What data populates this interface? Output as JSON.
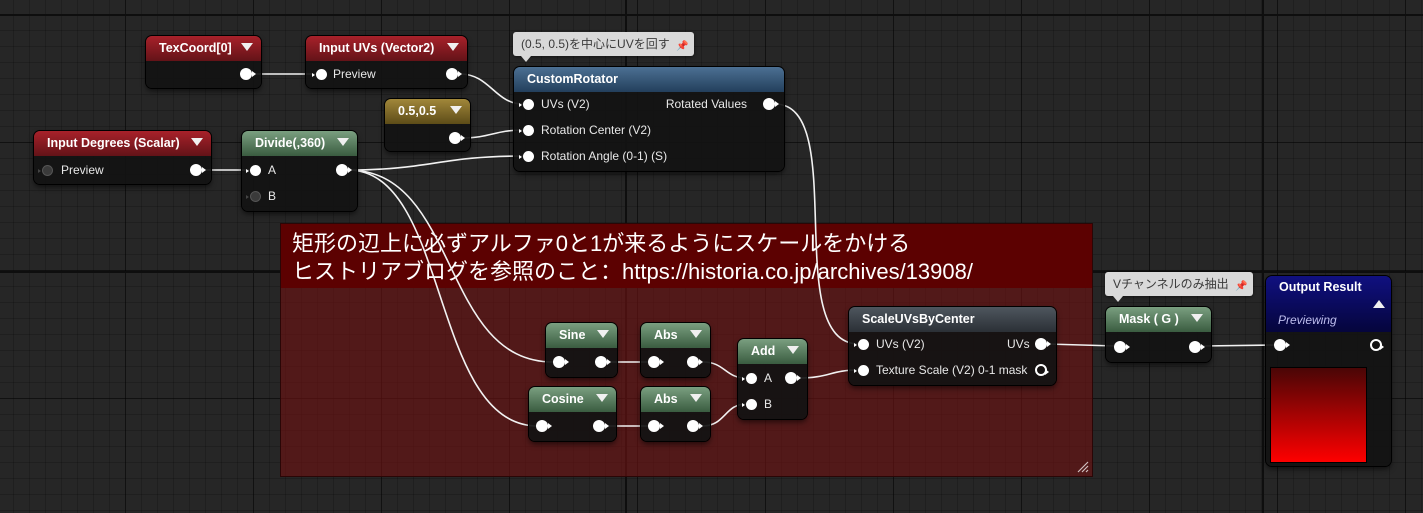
{
  "comment": {
    "line1": "矩形の辺上に必ずアルファ0と1が来るようにスケールをかける",
    "line2": "ヒストリアブログを参照のこと：https://historia.co.jp/archives/13908/",
    "color": "#5c0101"
  },
  "bubbles": {
    "rotator_note": "(0.5, 0.5)を中心にUVを回す",
    "mask_note": "Vチャンネルのみ抽出",
    "pin_icon": "pushpin-icon"
  },
  "nodes": {
    "texcoord": {
      "title": "TexCoord[0]"
    },
    "input_uvs": {
      "title": "Input UVs (Vector2)",
      "preview_label": "Preview"
    },
    "input_degrees": {
      "title": "Input Degrees (Scalar)",
      "preview_label": "Preview"
    },
    "constant": {
      "title": "0.5,0.5"
    },
    "divide": {
      "title": "Divide(,360)",
      "pin_a": "A",
      "pin_b": "B"
    },
    "custom_rotator": {
      "title": "CustomRotator",
      "in_uvs": "UVs (V2)",
      "in_center": "Rotation Center (V2)",
      "in_angle": "Rotation Angle (0-1) (S)",
      "out_rotated": "Rotated Values"
    },
    "sine": {
      "title": "Sine"
    },
    "cosine": {
      "title": "Cosine"
    },
    "abs1": {
      "title": "Abs"
    },
    "abs2": {
      "title": "Abs"
    },
    "add": {
      "title": "Add",
      "pin_a": "A",
      "pin_b": "B"
    },
    "scale_uvs": {
      "title": "ScaleUVsByCenter",
      "in_uvs": "UVs (V2)",
      "in_scale": "Texture Scale (V2) 0-1 mask",
      "out_uvs": "UVs"
    },
    "mask": {
      "title": "Mask ( G )"
    },
    "output": {
      "title": "Output Result",
      "subtitle": "Previewing"
    }
  },
  "colors": {
    "header_input": "#a8212a",
    "header_math": "#7a9f80",
    "header_constant": "#a1873a",
    "header_function": "#4c7093",
    "header_output": "#101080",
    "wire": "#ffffff",
    "canvas": "#262626"
  }
}
